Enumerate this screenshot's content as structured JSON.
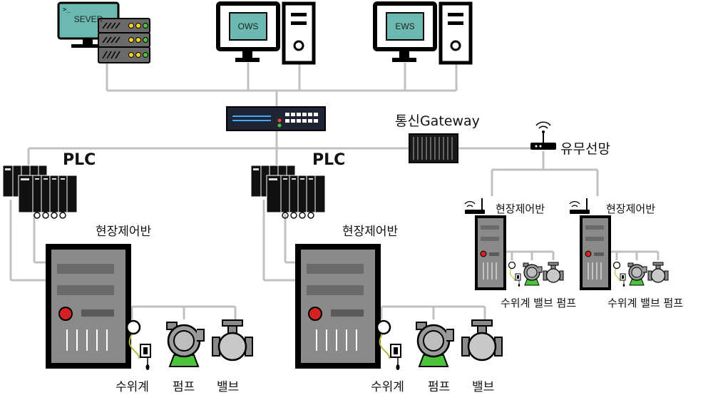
{
  "top": {
    "server": {
      "screen_text": "SEVER"
    },
    "ows": {
      "screen_text": "OWS"
    },
    "ews": {
      "screen_text": "EWS"
    }
  },
  "network": {
    "gateway_label": "통신Gateway",
    "wired_wireless_label": "유무선망"
  },
  "left_site": {
    "plc_label": "PLC",
    "panel_label": "현장제어반",
    "device_labels": {
      "level": "수위계",
      "pump": "펌프",
      "valve": "밸브"
    }
  },
  "middle_site": {
    "plc_label": "PLC",
    "panel_label": "현장제어반",
    "device_labels": {
      "level": "수위계",
      "pump": "펌프",
      "valve": "밸브"
    }
  },
  "remote_site_1": {
    "panel_label": "현장제어반",
    "devices_label": "수위계 밸브 펌프"
  },
  "remote_site_2": {
    "panel_label": "현장제어반",
    "devices_label": "수위계 밸브 펌프"
  },
  "colors": {
    "line": "#c0c0c0",
    "teal_screen": "#6bb9b1",
    "cabinet_gray": "#8a8a8a",
    "red_indicator": "#d22222",
    "green_light": "#4bc43b"
  }
}
